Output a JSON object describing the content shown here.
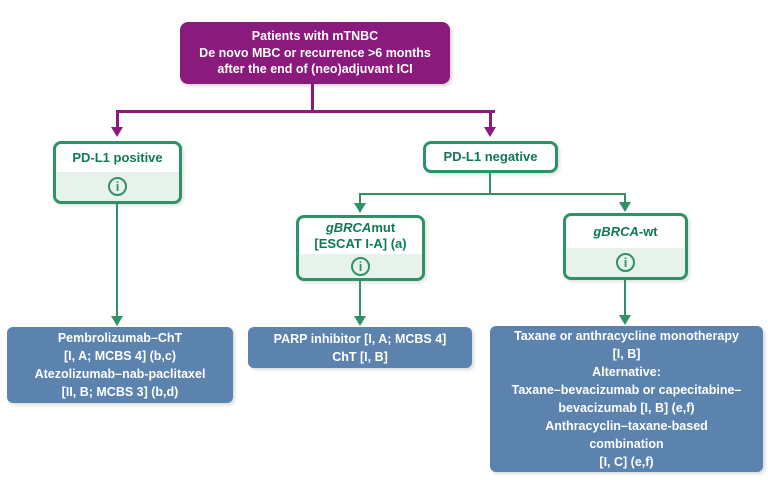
{
  "colors": {
    "purple": "#8A1A7B",
    "green_border": "#2E9266",
    "green_text": "#0F7A56",
    "green_light_fill": "#E7F2EC",
    "blue": "#5B83AE",
    "white_text": "#FFFFFF"
  },
  "root": {
    "lines": [
      "Patients with mTNBC",
      "De novo MBC or recurrence >6 months",
      "after the end of (neo)adjuvant ICI"
    ]
  },
  "decisions": {
    "pdl1_positive": {
      "label": "PD-L1 positive"
    },
    "pdl1_negative": {
      "label": "PD-L1 negative"
    },
    "gbrca_mut": {
      "gene": "gBRCA",
      "suffix": "mut",
      "line2": "[ESCAT I-A] (a)"
    },
    "gbrca_wt": {
      "gene": "gBRCA",
      "suffix": "-wt"
    }
  },
  "icons": {
    "info": "i"
  },
  "outcomes": {
    "pdl1_positive": {
      "lines": [
        "Pembrolizumab–ChT",
        "[I, A; MCBS 4] (b,c)",
        "Atezolizumab–nab-paclitaxel",
        "[II, B; MCBS 3] (b,d)"
      ]
    },
    "gbrca_mut": {
      "lines": [
        "PARP inhibitor [I, A; MCBS 4]",
        "ChT [I, B]"
      ]
    },
    "gbrca_wt": {
      "lines": [
        "Taxane or anthracycline monotherapy",
        "[I, B]",
        "Alternative:",
        "Taxane–bevacizumab or capecitabine–",
        "bevacizumab [I, B] (e,f)",
        "Anthracyclin–taxane-based",
        "combination",
        "[I, C] (e,f)"
      ]
    }
  }
}
